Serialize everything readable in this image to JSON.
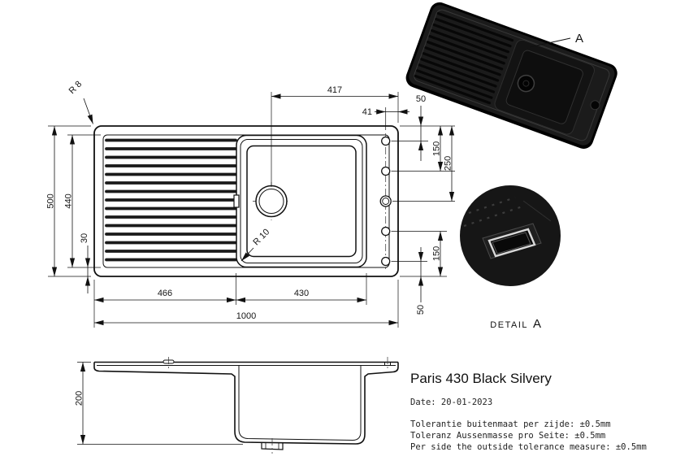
{
  "product": {
    "title": "Paris 430 Black Silvery",
    "date": "Date: 20-01-2023",
    "tolerances": [
      "Tolerantie buitenmaat per zijde: ±0.5mm",
      "Toleranz Aussenmasse pro Seite: ±0.5mm",
      "Per side the outside tolerance measure: ±0.5mm"
    ]
  },
  "detail": {
    "label": "DETAIL",
    "ref": "A"
  },
  "callout": {
    "label": "A"
  },
  "dims": {
    "d417": "417",
    "d41": "41",
    "d50_top": "50",
    "d150_upper": "150",
    "d250": "250",
    "d150_lower": "150",
    "d50_bottom": "50",
    "d500": "500",
    "d440": "440",
    "d30": "30",
    "d466": "466",
    "d430": "430",
    "d1000": "1000",
    "r8": "R 8",
    "r10": "R 10",
    "d200": "200"
  },
  "colors": {
    "drawing_lines": "#111111",
    "sink_finish_black": "#161616"
  }
}
